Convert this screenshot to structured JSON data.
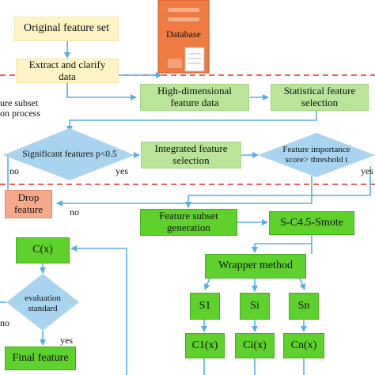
{
  "nodes": {
    "original_feature_set": "Original feature set",
    "database": "Database",
    "extract_clarify": "Extract and clarify\ndata",
    "high_dim": "High-dimensional\nfeature data",
    "statistical_selection": "Statistical feature\nselection",
    "significant_features": "Significant features p<0.5",
    "integrated_selection": "Integrated feature\nselection",
    "importance_score": "Feature importance\nscore> threshold t",
    "drop_feature": "Drop\nfeature",
    "subset_generation": "Feature subset\ngeneration",
    "s_c45_smote": "S-C4.5-Smote",
    "cx": "C(x)",
    "wrapper_method": "Wrapper method",
    "evaluation_standard": "evaluation\nstandard",
    "s1": "S1",
    "si": "Si",
    "sn": "Sn",
    "c1x": "C1(x)",
    "cix": "Ci(x)",
    "cnx": "Cn(x)",
    "final_feature": "Final feature"
  },
  "labels": {
    "subset_process": "ure subset\non process",
    "no_1": "no",
    "yes_1": "yes",
    "yes_2": "yes",
    "no_2": "no",
    "no_3": "no",
    "yes_3": "yes"
  },
  "colors": {
    "yellow_fill": "#fdf3c4",
    "light_green_fill": "#b9e49a",
    "green_fill": "#5fd12c",
    "orange_fill": "#f6a98a",
    "diamond_fill": "#a9d4ef",
    "arrow": "#5aaee0",
    "dashed_divider": "#e0302a"
  }
}
